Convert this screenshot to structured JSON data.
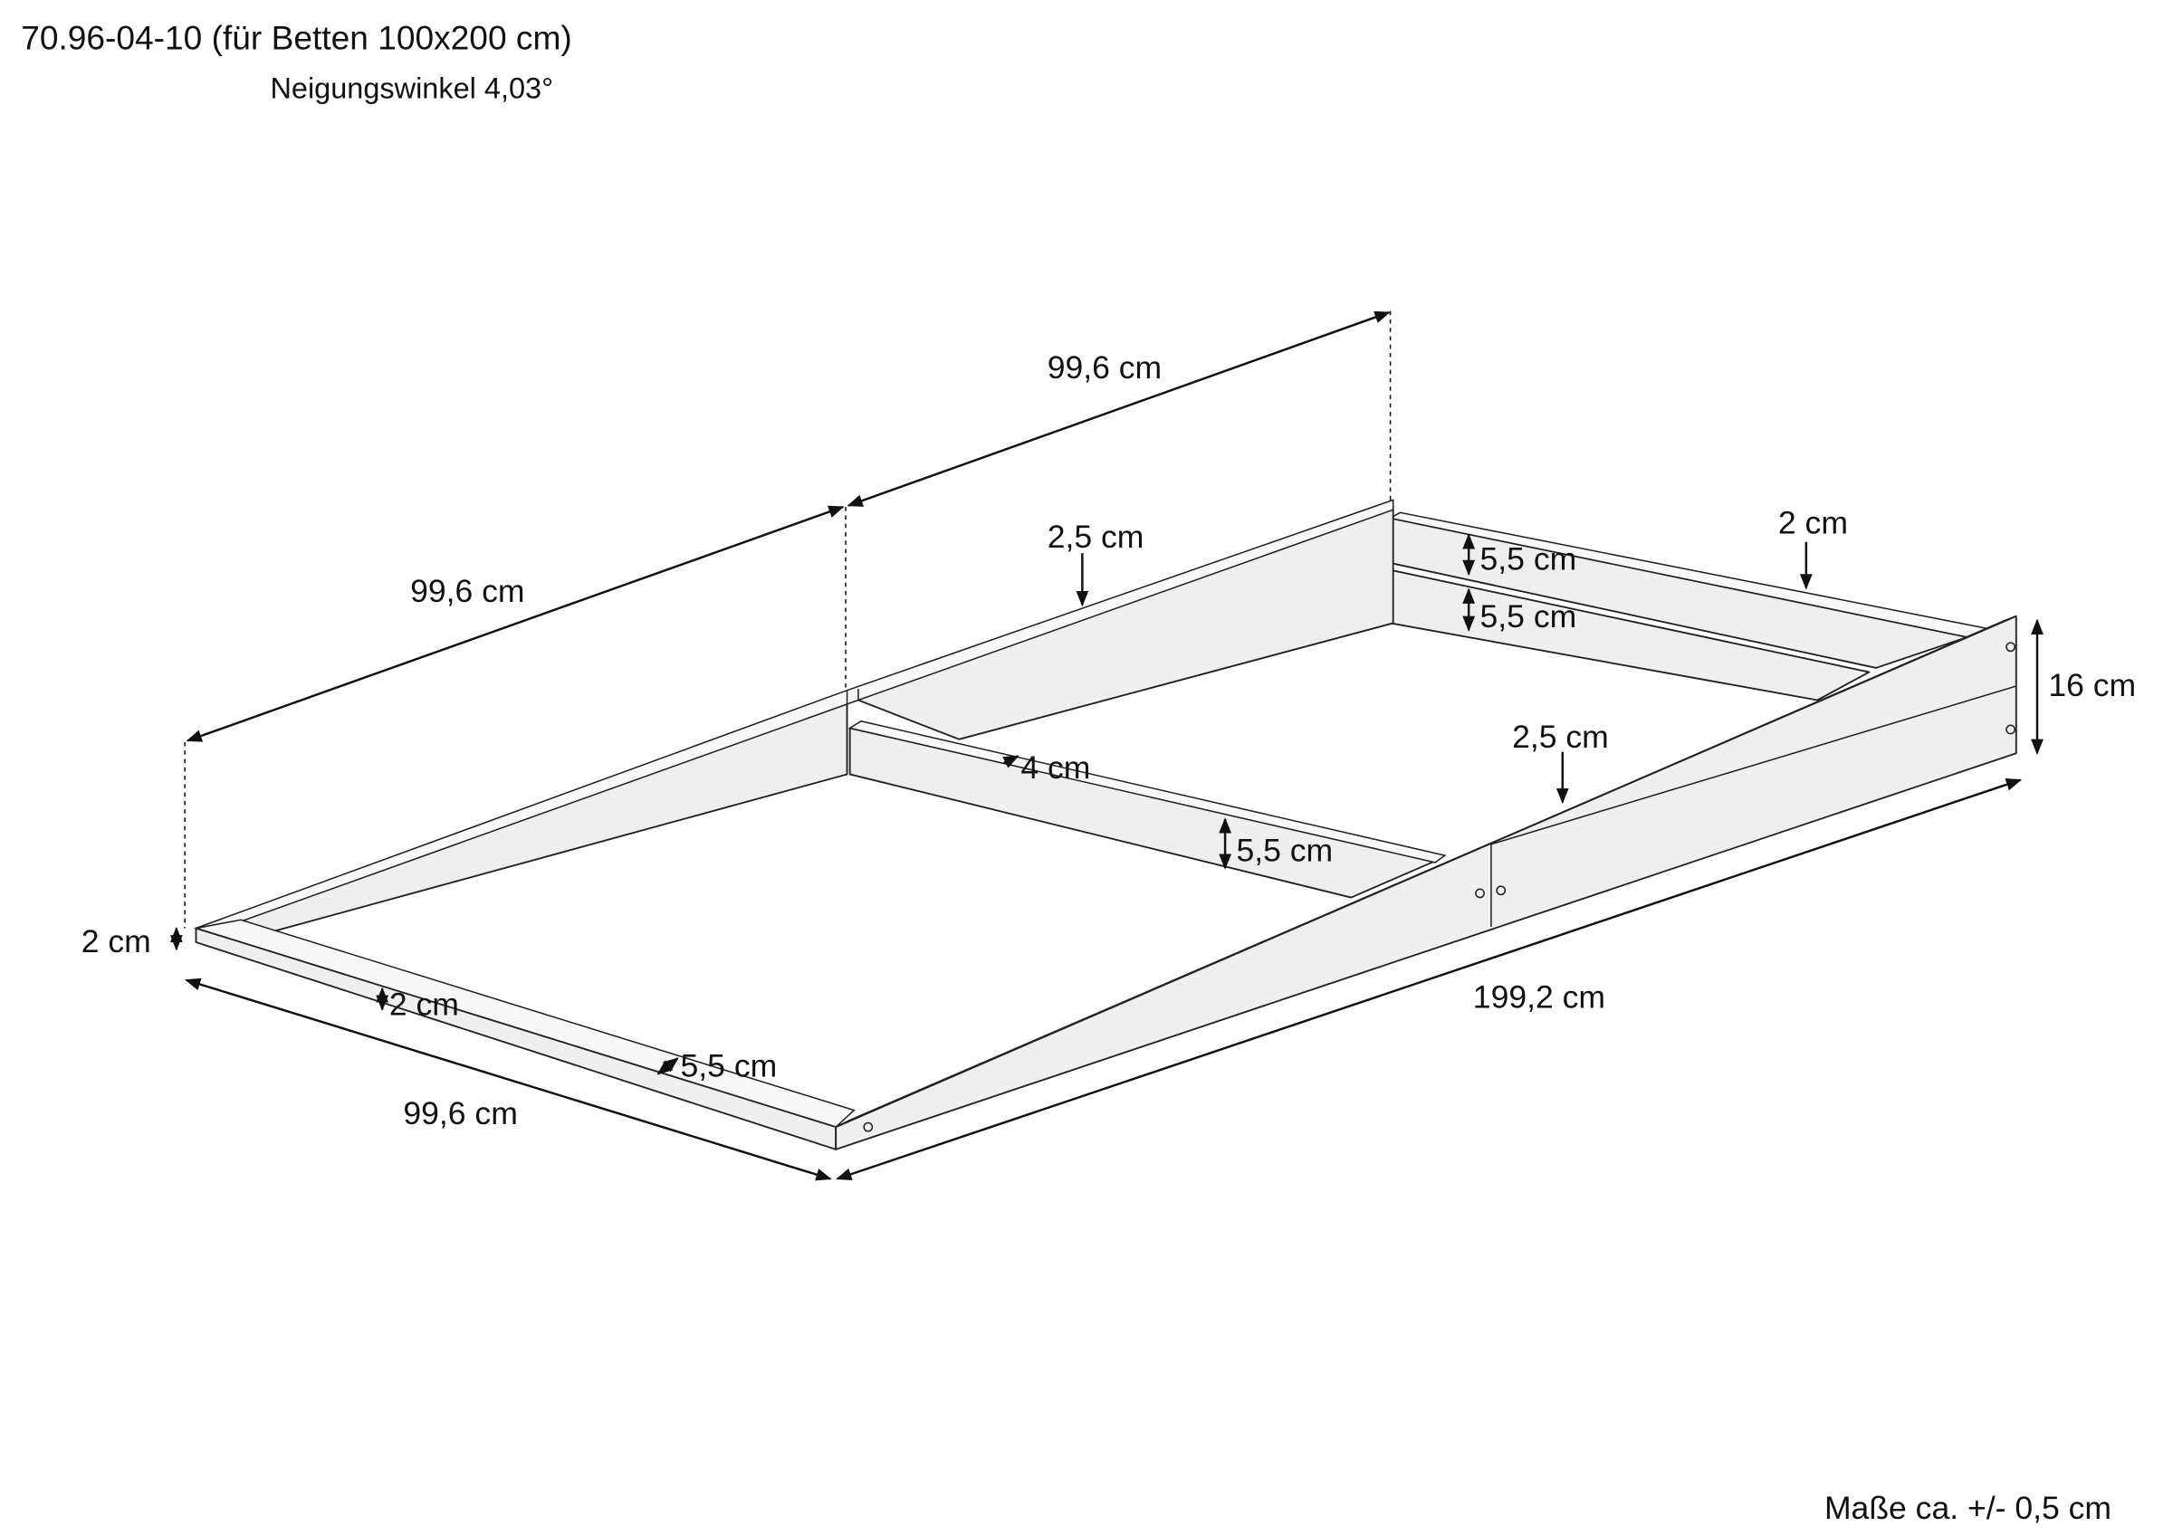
{
  "title": "70.96-04-10 (für Betten 100x200 cm)",
  "subtitle": "Neigungswinkel 4,03°",
  "footer": "Maße ca. +/- 0,5 cm",
  "dimensions": {
    "top_right_length": "99,6 cm",
    "top_left_length": "99,6 cm",
    "front_width": "99,6 cm",
    "total_length": "199,2 cm",
    "height": "16 cm",
    "front_height": "2 cm",
    "back_rail_thickness": "2,5 cm",
    "right_rail_thickness": "2,5 cm",
    "back_slat_thickness": "2 cm",
    "back_rail_1": "5,5 cm",
    "back_rail_2": "5,5 cm",
    "mid_rail_depth": "4 cm",
    "mid_rail_height": "5,5 cm",
    "front_rail_thickness": "2 cm",
    "front_rail_width": "5,5 cm"
  }
}
